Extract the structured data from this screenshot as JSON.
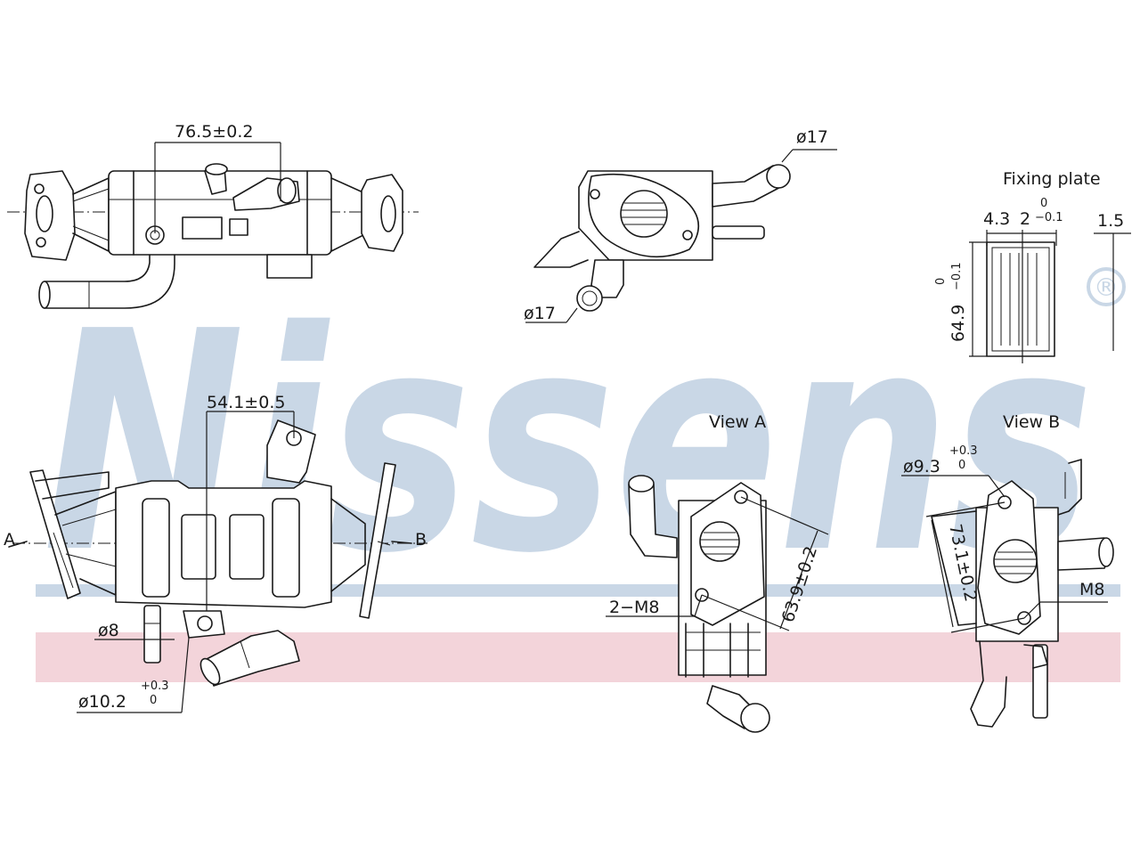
{
  "brand": {
    "name": "Nissens",
    "registered_mark": "®",
    "watermark_color": "#c9d7e6",
    "stripe_blue": "#c9d7e6",
    "stripe_red": "#f3d4da"
  },
  "dimensions": {
    "top_width": "76.5±0.2",
    "lower_width": "54.1±0.5",
    "diameter_17_top": "ø17",
    "diameter_17_bottom": "ø17",
    "diameter_8": "ø8",
    "diameter_10_2": "ø10.2",
    "diameter_10_2_tol_upper": "+0.3",
    "diameter_10_2_tol_lower": "0",
    "diameter_9_3": "ø9.3",
    "diameter_9_3_tol_upper": "+0.3",
    "diameter_9_3_tol_lower": "0",
    "view_a_diag": "63.9±0.2",
    "view_b_diag": "73.1±0.2",
    "thread_2m8": "2−M8",
    "thread_m8": "M8"
  },
  "fixing_plate": {
    "title": "Fixing plate",
    "width_a": "4.3",
    "width_b": "2",
    "width_b_tol_upper": "0",
    "width_b_tol_lower": "−0.1",
    "thickness": "1.5",
    "height": "64.9",
    "height_tol_upper": "0",
    "height_tol_lower": "−0.1"
  },
  "views": {
    "view_a": "View A",
    "view_b": "View B",
    "arrow_a": "A",
    "arrow_b": "B"
  }
}
